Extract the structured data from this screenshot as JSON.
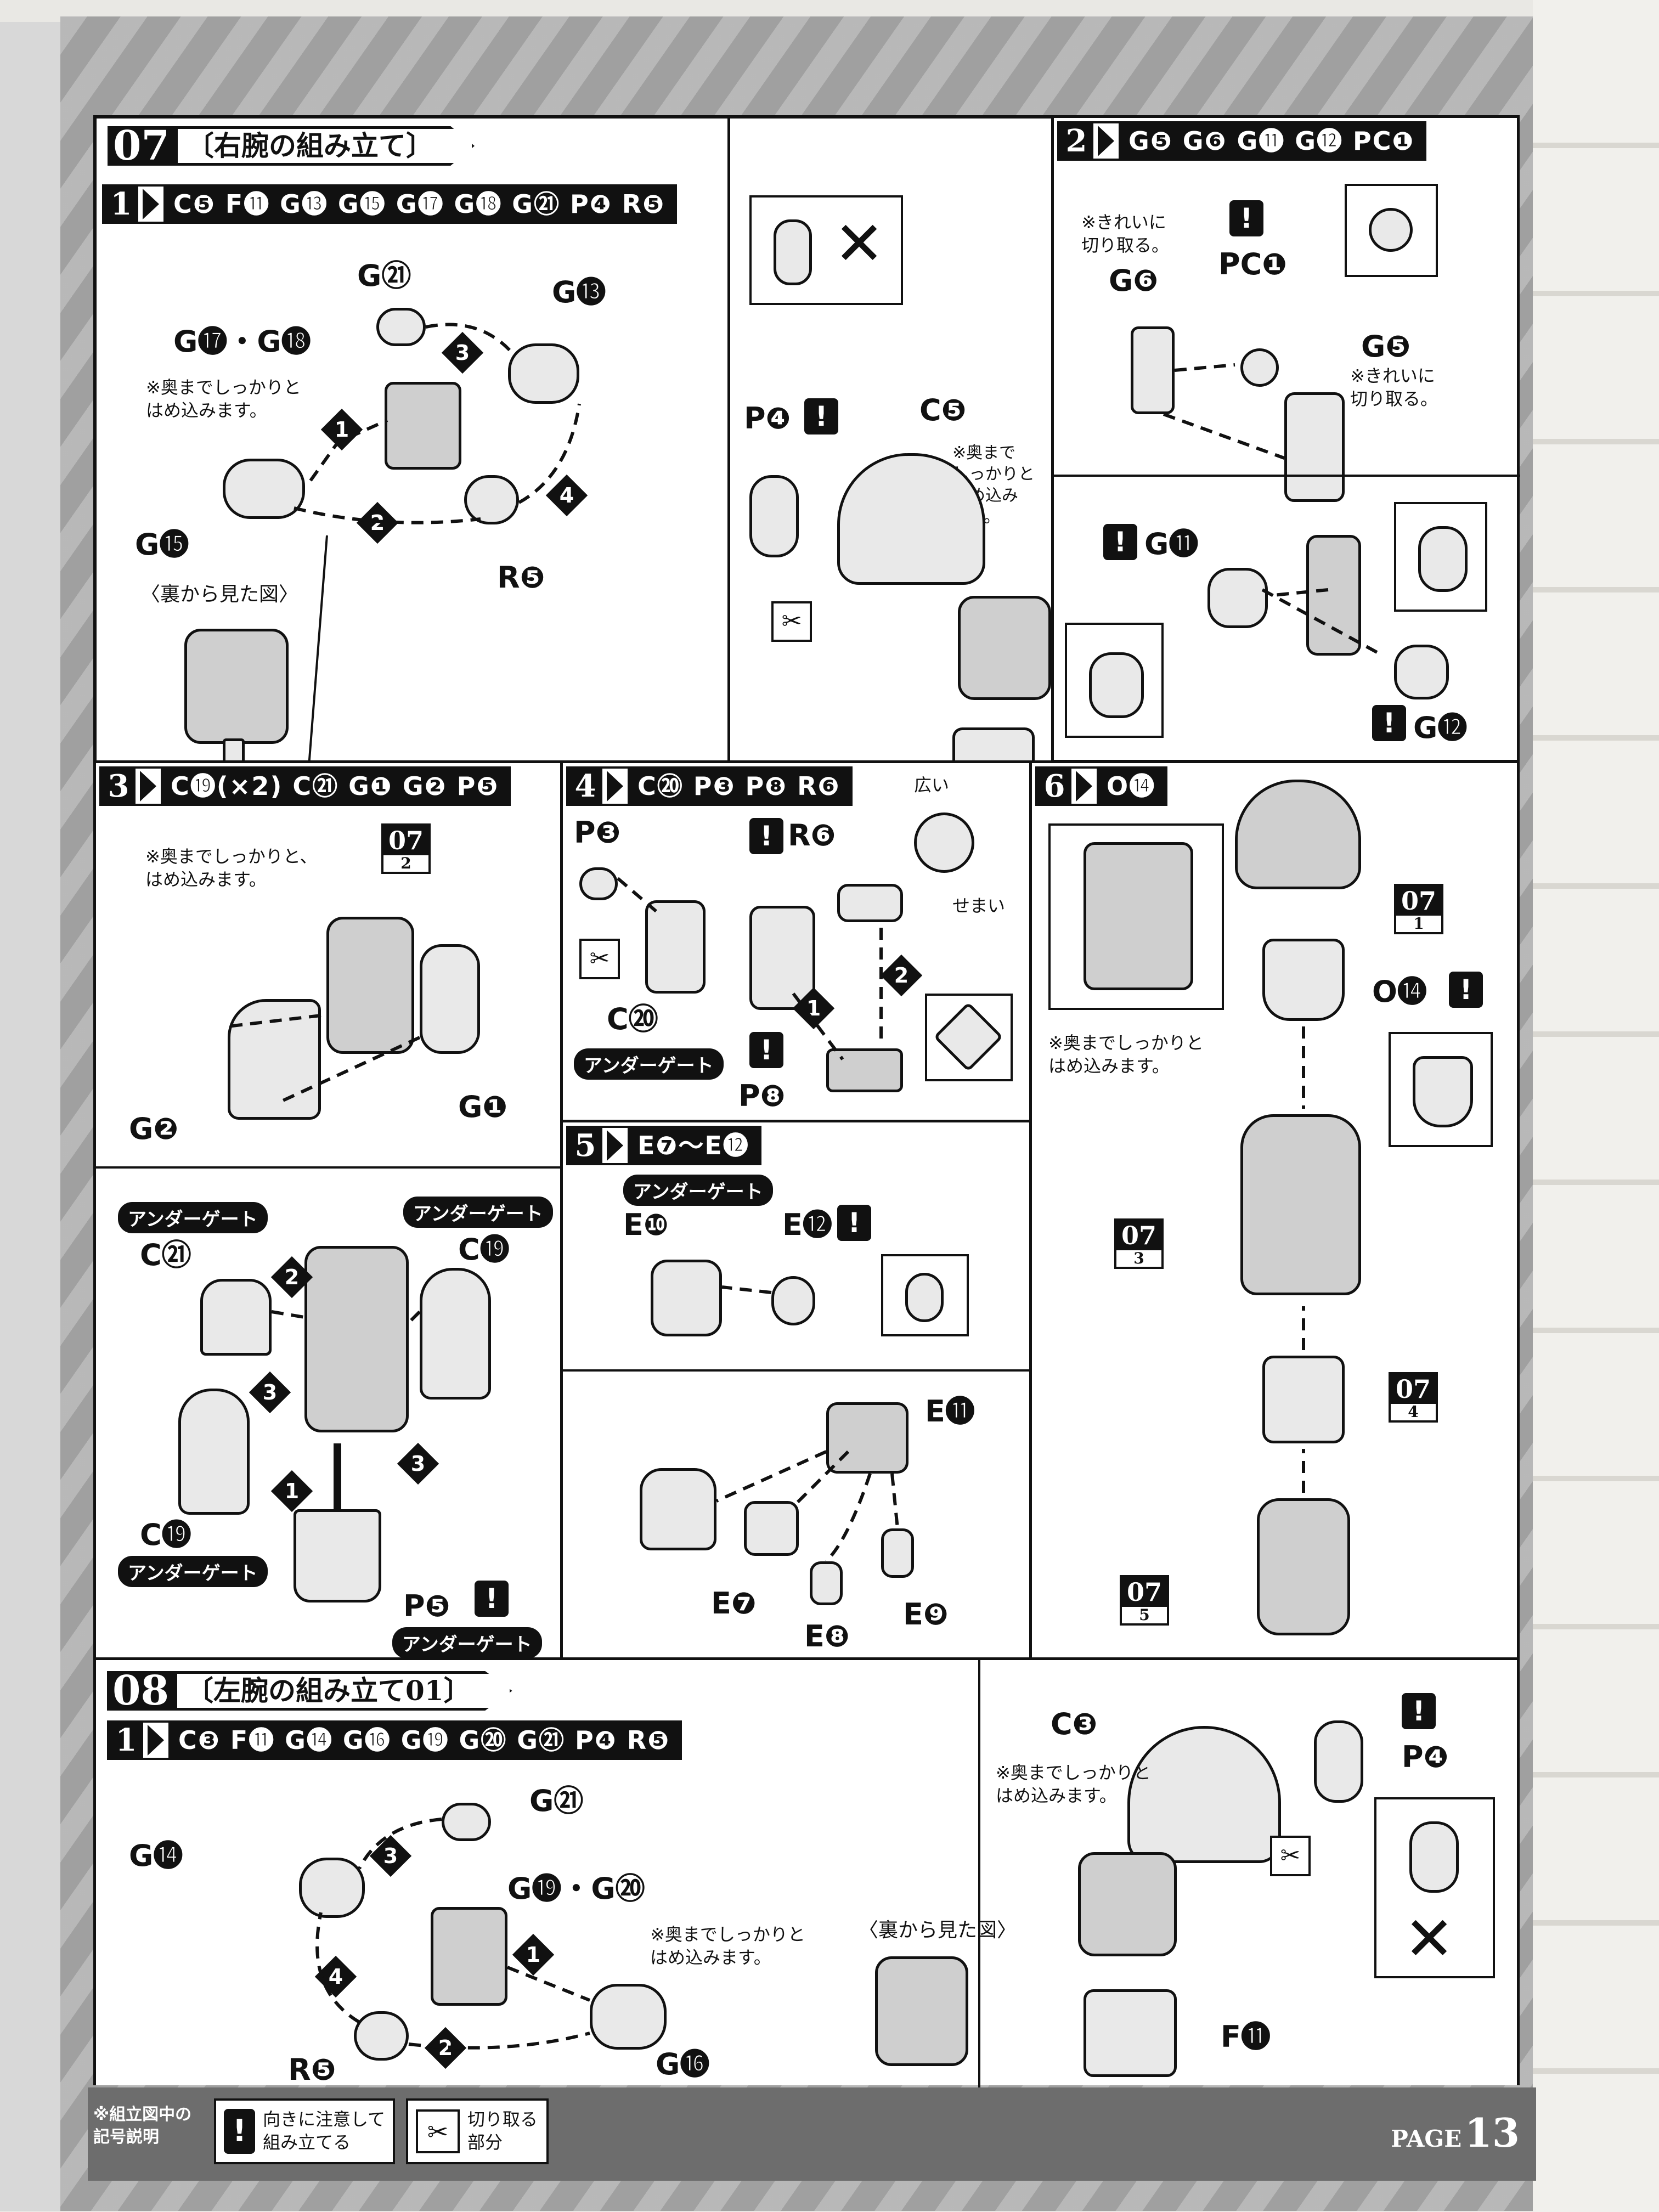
{
  "step07": {
    "number": "07",
    "title": "〔右腕の組み立て〕",
    "sub1": {
      "n": "1",
      "parts": "C❺ F⓫ G⓭ G⓯ G⓱ G⓲ G㉑ P❹ R❺",
      "labels": {
        "g21": "G㉑",
        "g13": "G⓭",
        "g17g18": "G⓱・G⓲",
        "g15": "G⓯",
        "r5": "R❺",
        "p4": "P❹",
        "c5": "C❺",
        "f11": "F⓫"
      },
      "note_left": "※奥までしっかりと\nはめ込みます。",
      "note_right": "※奥まで\nしっかりと\nはめ込み\nます。",
      "back_view": "〈裏から見た図〉"
    },
    "sub2": {
      "n": "2",
      "parts": "G❺ G❻ G⓫ G⓬ PC❶",
      "labels": {
        "g6": "G❻",
        "pc1": "PC❶",
        "g5": "G❺",
        "g11": "G⓫",
        "g12": "G⓬"
      },
      "note_g6": "※きれいに\n切り取る。",
      "note_g5": "※きれいに\n切り取る。"
    },
    "sub3": {
      "n": "3",
      "parts": "C⓳(×2) C㉑ G❶ G❷ P❺",
      "labels": {
        "g2": "G❷",
        "g1": "G❶",
        "c21": "C㉑",
        "c19a": "C⓳",
        "c19b": "C⓳",
        "p5": "P❺"
      },
      "note": "※奥までしっかりと、\nはめ込みます。",
      "ref": {
        "a": "07",
        "b": "2"
      }
    },
    "sub4": {
      "n": "4",
      "parts": "C⑳ P❸ P❽ R❻",
      "labels": {
        "p3": "P❸",
        "r6": "R❻",
        "c20": "C⑳",
        "p8": "P❽"
      },
      "wide": "広い",
      "narrow": "せまい"
    },
    "sub5": {
      "n": "5",
      "parts": "E❼〜E⓬",
      "labels": {
        "e10": "E❿",
        "e12": "E⓬",
        "e11": "E⓫",
        "e7": "E❼",
        "e8": "E❽",
        "e9": "E❾"
      }
    },
    "sub6": {
      "n": "6",
      "parts": "O⓮",
      "labels": {
        "o14": "O⓮"
      },
      "note": "※奥までしっかりと\nはめ込みます。",
      "refs": [
        {
          "a": "07",
          "b": "1"
        },
        {
          "a": "07",
          "b": "3"
        },
        {
          "a": "07",
          "b": "4"
        },
        {
          "a": "07",
          "b": "5"
        }
      ]
    },
    "undergate": "アンダーゲート"
  },
  "step08": {
    "number": "08",
    "title": "〔左腕の組み立て01〕",
    "sub1": {
      "n": "1",
      "parts": "C❸ F⓫ G⓮ G⓰ G⓳ G⑳ G㉑ P❹ R❺",
      "labels": {
        "g21": "G㉑",
        "g14": "G⓮",
        "g19g20": "G⓳・G⑳",
        "r5": "R❺",
        "g16": "G⓰",
        "c3": "C❸",
        "p4": "P❹",
        "f11": "F⓫"
      },
      "note_left": "※奥までしっかりと\nはめ込みます。",
      "note_right": "※奥までしっかりと\nはめ込みます。",
      "back_view": "〈裏から見た図〉"
    }
  },
  "flow_numbers": [
    "1",
    "2",
    "3",
    "4"
  ],
  "icons": {
    "warning": "!",
    "cross": "✕",
    "cut": "✂"
  },
  "footer": {
    "legend_title": "※組立図中の\n記号説明",
    "warning_text": "向きに注意して\n組み立てる",
    "cut_text": "切り取る\n部分",
    "page_label": "PAGE",
    "page_number": "13"
  }
}
